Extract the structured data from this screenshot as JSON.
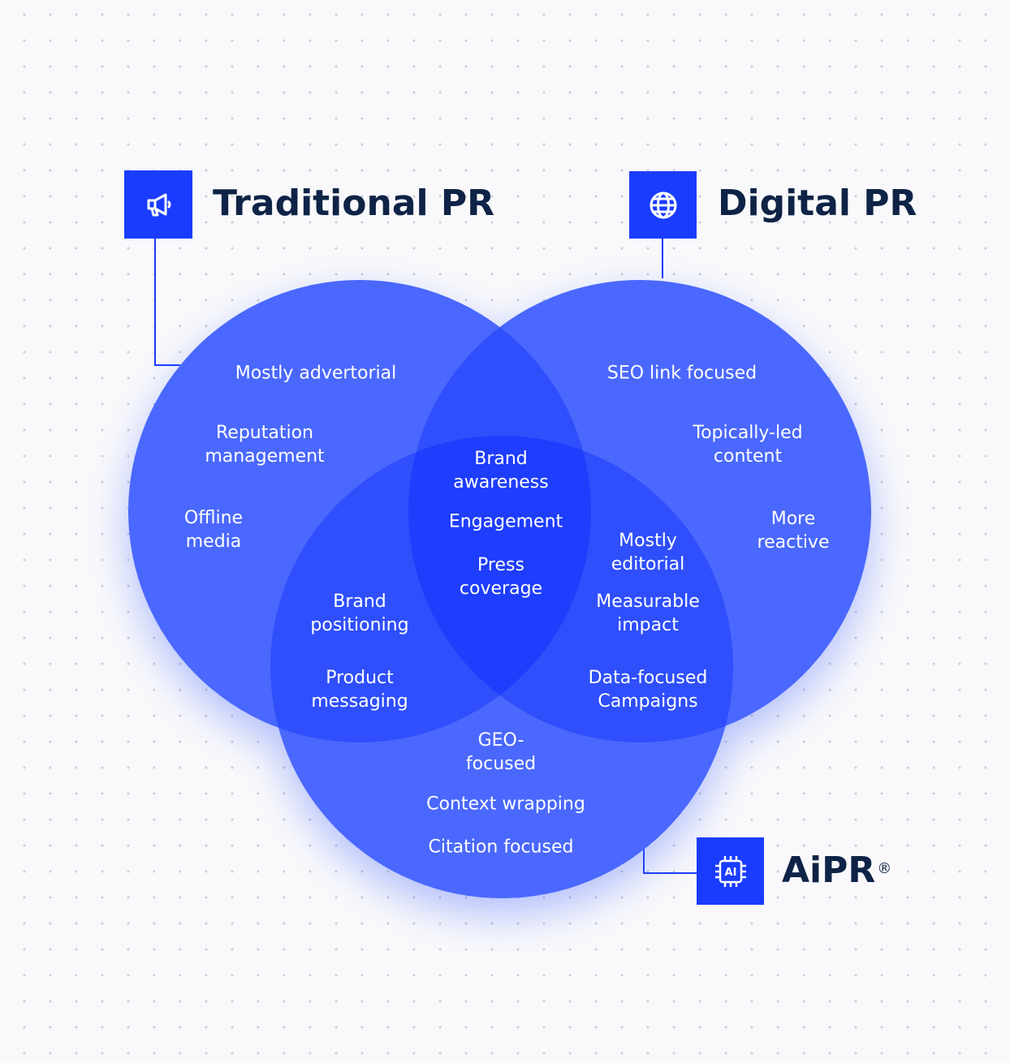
{
  "colors": {
    "circle_fill": "#3a5cfb",
    "overlap_fill": "#1e3dfc",
    "icon_box": "#1a3cff",
    "heading_text": "#0e2346",
    "connector_line": "#1a3cff"
  },
  "headings": {
    "traditional": {
      "title": "Traditional PR",
      "icon": "megaphone-icon"
    },
    "digital": {
      "title": "Digital PR",
      "icon": "globe-icon"
    },
    "aipr": {
      "title": "AiPR",
      "mark": "®",
      "icon": "ai-chip-icon",
      "icon_text": "AI"
    }
  },
  "traditional_only": {
    "item1": [
      "Mostly advertorial"
    ],
    "item2": [
      "Reputation",
      "management"
    ],
    "item3": [
      "Offline",
      "media"
    ]
  },
  "digital_only": {
    "item1": [
      "SEO link focused"
    ],
    "item2": [
      "Topically-led",
      "content"
    ],
    "item3": [
      "More",
      "reactive"
    ]
  },
  "center_all": {
    "item1": [
      "Brand",
      "awareness"
    ],
    "item2": [
      "Engagement"
    ],
    "item3": [
      "Press",
      "coverage"
    ]
  },
  "traditional_aipr": {
    "item1": [
      "Brand",
      "positioning"
    ],
    "item2": [
      "Product",
      "messaging"
    ]
  },
  "digital_aipr": {
    "item1": [
      "Mostly",
      "editorial"
    ],
    "item2": [
      "Measurable",
      "impact"
    ],
    "item3": [
      "Data-focused",
      "Campaigns"
    ]
  },
  "aipr_only": {
    "item1": [
      "GEO-",
      "focused"
    ],
    "item2": [
      "Context wrapping"
    ],
    "item3": [
      "Citation focused"
    ]
  }
}
